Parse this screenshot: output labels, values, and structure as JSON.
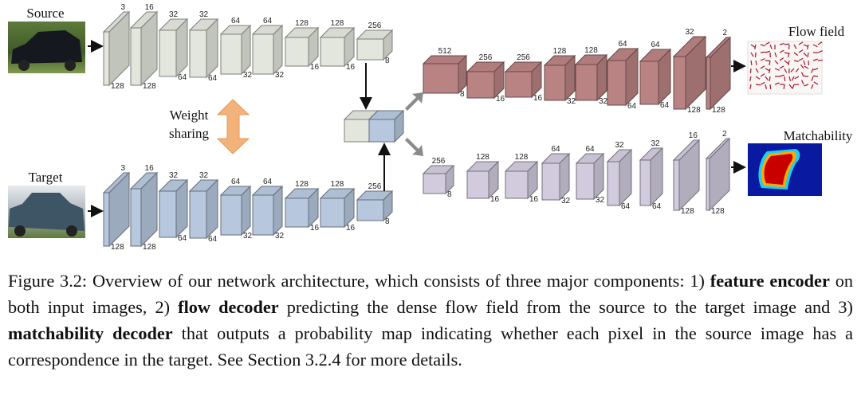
{
  "titles": {
    "source": "Source",
    "target": "Target",
    "flow_field": "Flow field",
    "matchability": "Matchability",
    "weight_sharing_1": "Weight",
    "weight_sharing_2": "sharing"
  },
  "colors": {
    "encoder_source": "#e3e6dc",
    "encoder_target": "#b7c8de",
    "flow_decoder": "#b98383",
    "match_decoder": "#d1cbdd",
    "weight_arrow": "#f3b27a",
    "gray_arrow": "#8a8a8a"
  },
  "encoder_source": [
    {
      "c": "3",
      "s": "128"
    },
    {
      "c": "16",
      "s": "128"
    },
    {
      "c": "32",
      "s": "64"
    },
    {
      "c": "32",
      "s": "64"
    },
    {
      "c": "64",
      "s": "32"
    },
    {
      "c": "64",
      "s": "32"
    },
    {
      "c": "128",
      "s": "16"
    },
    {
      "c": "128",
      "s": "16"
    },
    {
      "c": "256",
      "s": "8"
    }
  ],
  "encoder_target": [
    {
      "c": "3",
      "s": "128"
    },
    {
      "c": "16",
      "s": "128"
    },
    {
      "c": "32",
      "s": "64"
    },
    {
      "c": "32",
      "s": "64"
    },
    {
      "c": "64",
      "s": "32"
    },
    {
      "c": "64",
      "s": "32"
    },
    {
      "c": "128",
      "s": "16"
    },
    {
      "c": "128",
      "s": "16"
    },
    {
      "c": "256",
      "s": "8"
    }
  ],
  "flow_decoder": [
    {
      "c": "512",
      "s": "8"
    },
    {
      "c": "256",
      "s": "16"
    },
    {
      "c": "256",
      "s": "16"
    },
    {
      "c": "128",
      "s": "32"
    },
    {
      "c": "128",
      "s": "32"
    },
    {
      "c": "64",
      "s": "64"
    },
    {
      "c": "64",
      "s": "64"
    },
    {
      "c": "32",
      "s": "128"
    },
    {
      "c": "2",
      "s": "128"
    }
  ],
  "match_decoder": [
    {
      "c": "256",
      "s": "8"
    },
    {
      "c": "128",
      "s": "16"
    },
    {
      "c": "128",
      "s": "16"
    },
    {
      "c": "64",
      "s": "32"
    },
    {
      "c": "64",
      "s": "32"
    },
    {
      "c": "32",
      "s": "64"
    },
    {
      "c": "32",
      "s": "64"
    },
    {
      "c": "16",
      "s": "128"
    },
    {
      "c": "2",
      "s": "128"
    }
  ],
  "caption": {
    "p1": "Figure 3.2: Overview of our network architecture, which consists of three major components: 1) ",
    "b1": "feature encoder",
    "p2": " on both input images, 2) ",
    "b2": "flow decoder",
    "p3": " predicting the dense flow field from the source to the target image and 3) ",
    "b3": "matchability decoder",
    "p4": " that outputs a probability map indicating whether each pixel in the source image has a correspondence in the target. See Section 3.2.4 for more details."
  }
}
